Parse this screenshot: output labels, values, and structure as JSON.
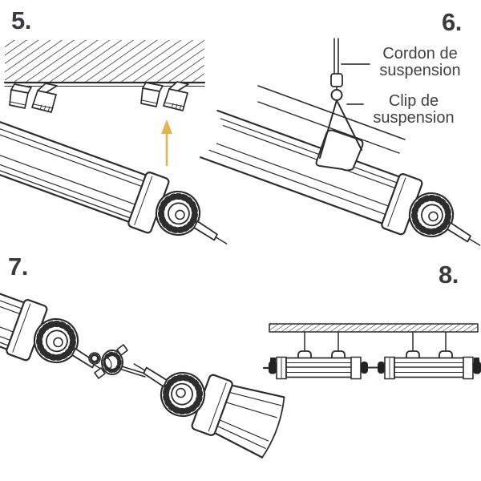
{
  "palette": {
    "background": "#ffffff",
    "line": "#2d2d2d",
    "arrow": "#e4b54f",
    "dark_fill": "#222222",
    "text": "#414141",
    "number": "#3b3b3e"
  },
  "steps": [
    {
      "number": "5.",
      "illustration": "tube-light-below-ceiling-mounting-clips-with-up-arrow"
    },
    {
      "number": "6.",
      "illustration": "tube-light-hanging-from-suspension-cord-and-clip"
    },
    {
      "number": "7.",
      "illustration": "two-tube-lights-connected-with-inline-connector-exploded-view"
    },
    {
      "number": "8.",
      "illustration": "two-tube-lights-suspended-from-ceiling-in-a-row"
    }
  ],
  "annotations": [
    {
      "text": "Cordon de suspension"
    },
    {
      "text": "Clip de suspension"
    }
  ]
}
